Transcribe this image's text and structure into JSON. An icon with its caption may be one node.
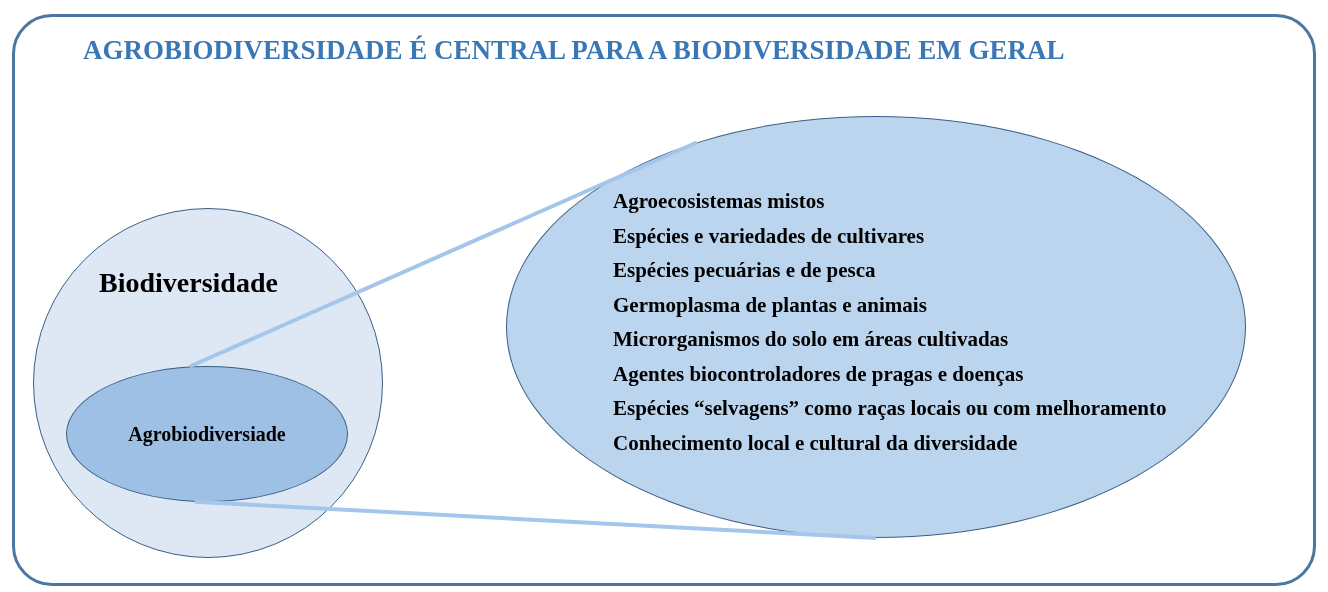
{
  "diagram": {
    "nodes": [
      {
        "text": [
          "AGROBIODIVERSIDADE É CENTRAL PARA A BIODIVERSIDADE EM GERAL"
        ]
      },
      {
        "text": [
          "Biodiversidade"
        ],
        "in": 0
      },
      {
        "text": [
          "Agrobiodiversiade"
        ],
        "in": 1
      },
      {
        "text": [
          "Agroecosistemas mistos",
          "Espécies e variedades de cultivares",
          "Espécies pecuárias e de pesca",
          "Germoplasma de plantas e animais",
          "Microrganismos do solo em áreas cultivadas",
          "Agentes biocontroladores de pragas e doenças",
          "Espécies “selvagens” como raças locais ou com melhoramento",
          "Conhecimento local e cultural da diversidade"
        ],
        "in": 0
      }
    ],
    "edges": [
      {
        "from": 2,
        "to": 3,
        "arrow": "none"
      },
      {
        "from": 2,
        "to": 3,
        "arrow": "none"
      }
    ]
  }
}
